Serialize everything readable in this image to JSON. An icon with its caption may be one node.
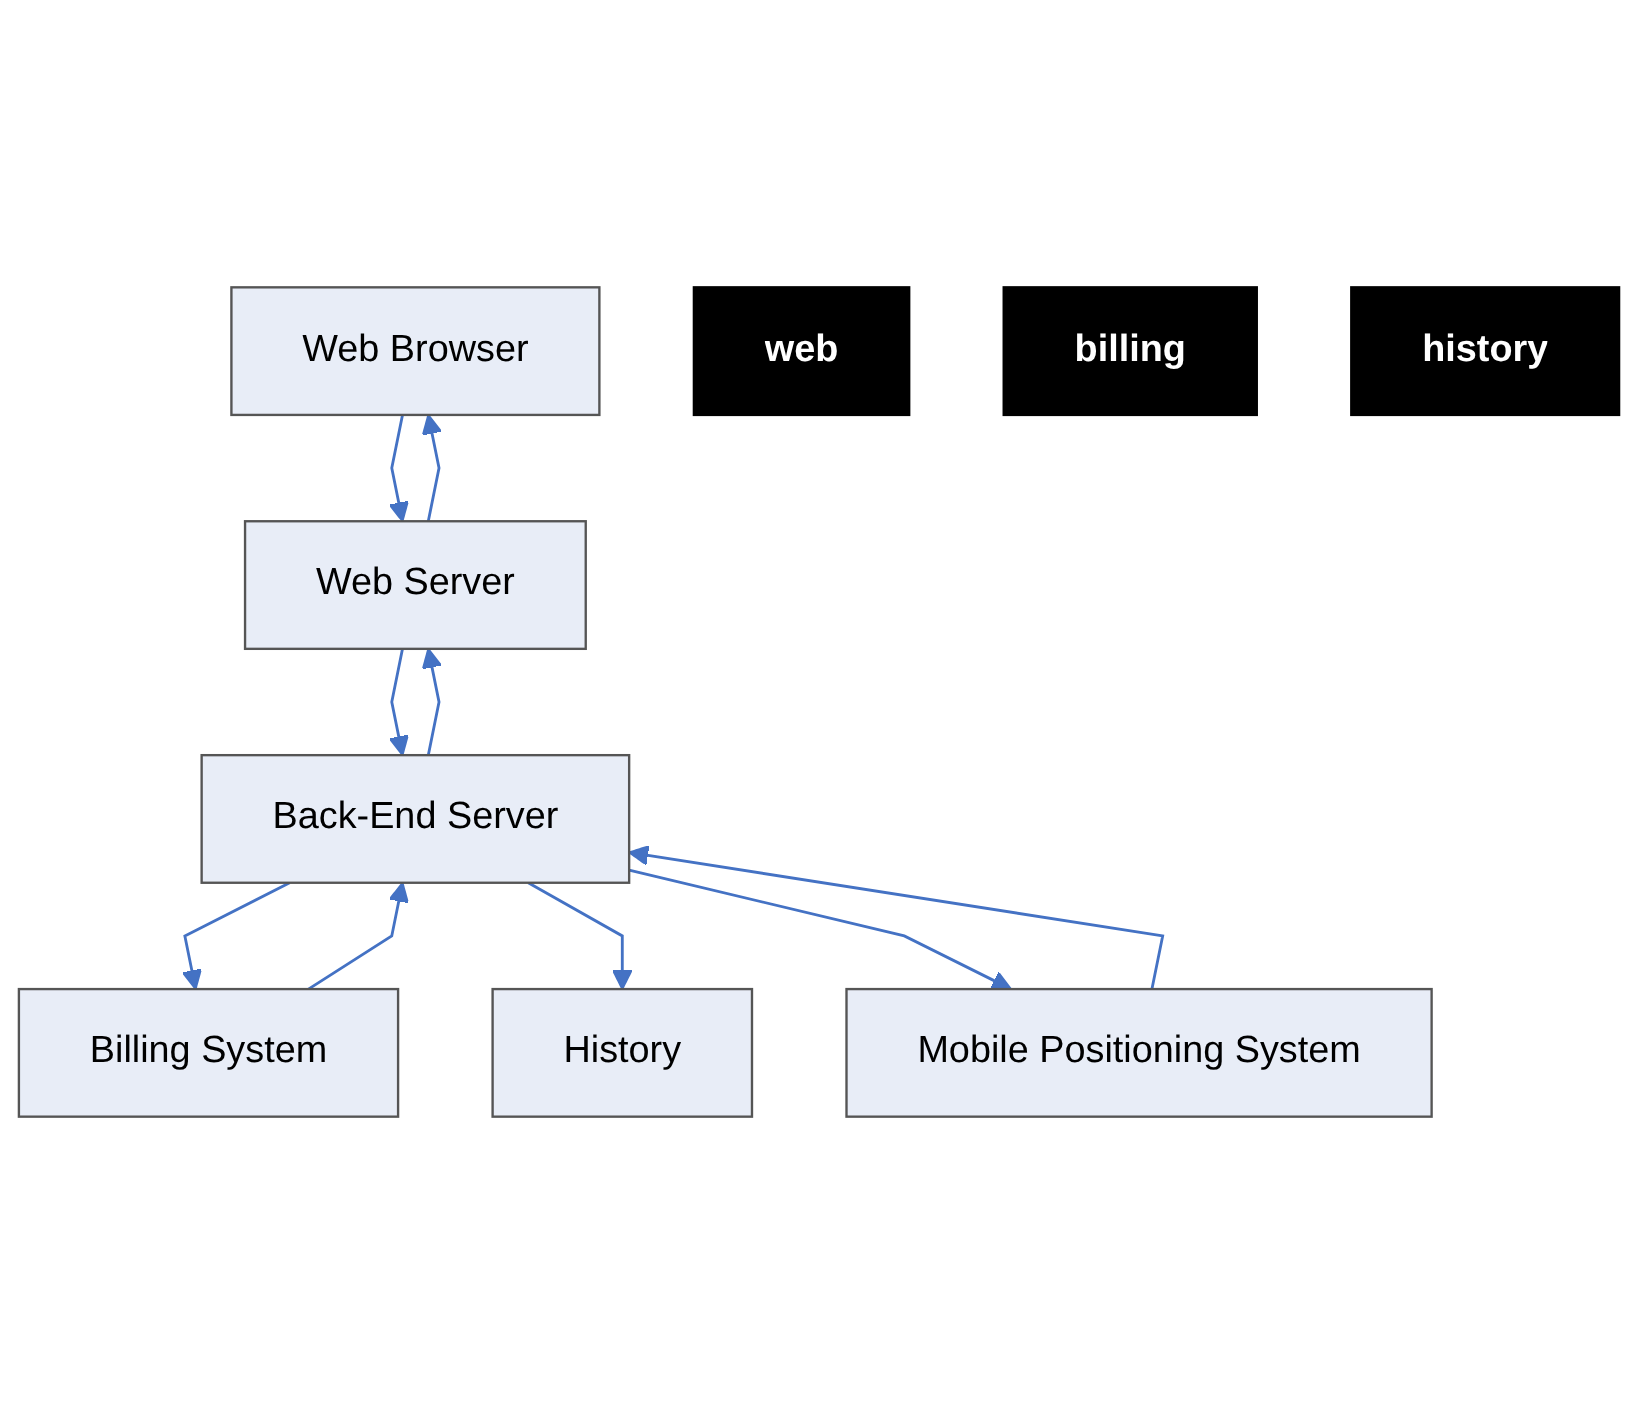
{
  "diagram": {
    "nodes": [
      {
        "text": [
          "Web Browser"
        ]
      },
      {
        "text": [
          "web"
        ]
      },
      {
        "text": [
          "Web Server"
        ]
      },
      {
        "text": [
          "Billing System"
        ]
      },
      {
        "text": [
          "billing"
        ]
      },
      {
        "text": [
          "Back-End Server"
        ]
      },
      {
        "text": [
          "history"
        ]
      },
      {
        "text": [
          "History"
        ]
      },
      {
        "text": [
          "Mobile Positioning System"
        ]
      }
    ],
    "edges": [
      {
        "from": 0,
        "to": 2,
        "arrow": "to"
      },
      {
        "from": 2,
        "to": 0,
        "arrow": "to"
      },
      {
        "from": 2,
        "to": 5,
        "arrow": "to"
      },
      {
        "from": 5,
        "to": 2,
        "arrow": "to"
      },
      {
        "from": 5,
        "to": 3,
        "arrow": "to"
      },
      {
        "from": 3,
        "to": 5,
        "arrow": "to"
      },
      {
        "from": 5,
        "to": 7,
        "arrow": "to"
      },
      {
        "from": 5,
        "to": 8,
        "arrow": "to"
      },
      {
        "from": 8,
        "to": 5,
        "arrow": "to"
      }
    ]
  }
}
